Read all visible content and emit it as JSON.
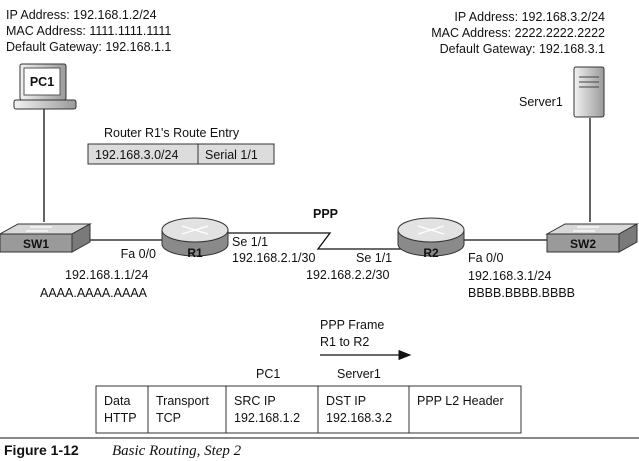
{
  "pc1": {
    "ip": "IP Address: 192.168.1.2/24",
    "mac": "MAC Address: 1111.1111.1111",
    "gateway": "Default Gateway: 192.168.1.1",
    "label": "PC1"
  },
  "server1": {
    "ip": "IP Address: 192.168.3.2/24",
    "mac": "MAC Address: 2222.2222.2222",
    "gateway": "Default Gateway: 192.168.3.1",
    "label": "Server1"
  },
  "route_entry": {
    "title": "Router R1's Route Entry",
    "network": "192.168.3.0/24",
    "interface": "Serial 1/1"
  },
  "devices": {
    "sw1": "SW1",
    "r1": "R1",
    "r2": "R2",
    "sw2": "SW2"
  },
  "link": {
    "ppp": "PPP"
  },
  "r1": {
    "fa_if": "Fa 0/0",
    "fa_ip": "192.168.1.1/24",
    "fa_mac": "AAAA.AAAA.AAAA",
    "se_if": "Se 1/1",
    "se_ip": "192.168.2.1/30"
  },
  "r2": {
    "se_if": "Se 1/1",
    "se_ip": "192.168.2.2/30",
    "fa_if": "Fa 0/0",
    "fa_ip": "192.168.3.1/24",
    "fa_mac": "BBBB.BBBB.BBBB"
  },
  "frame": {
    "title_line1": "PPP Frame",
    "title_line2": "R1 to R2",
    "src_label": "PC1",
    "dst_label": "Server1",
    "cells": [
      {
        "line1": "Data",
        "line2": "HTTP"
      },
      {
        "line1": "Transport",
        "line2": "TCP"
      },
      {
        "line1": "SRC IP",
        "line2": "192.168.1.2"
      },
      {
        "line1": "DST IP",
        "line2": "192.168.3.2"
      },
      {
        "line1": "PPP L2 Header",
        "line2": ""
      }
    ]
  },
  "caption": {
    "number": "Figure 1-12",
    "title": "Basic Routing, Step 2"
  }
}
